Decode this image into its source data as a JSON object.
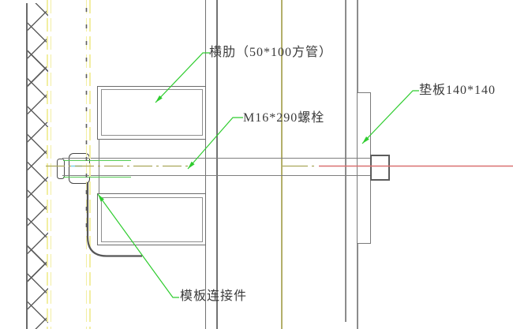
{
  "labels": {
    "rib": "横肋（50*100方管）",
    "bolt": "M16*290螺栓",
    "plate": "垫板140*140",
    "connector": "模板连接件"
  },
  "colors": {
    "text": "#3a3a3a",
    "line_gray": "#6c6c6c",
    "hatch_gray": "#5f5f5f",
    "leader_green": "#2ecc2e",
    "centerline_olive": "#aaa65a",
    "grid_line_olive": "#b3af6a",
    "axis_red": "#d97070",
    "layer_yellow": "#f2eea2",
    "thread_highlight_green": "#55cc55",
    "highlight_cyan": "#7fd4e8"
  }
}
